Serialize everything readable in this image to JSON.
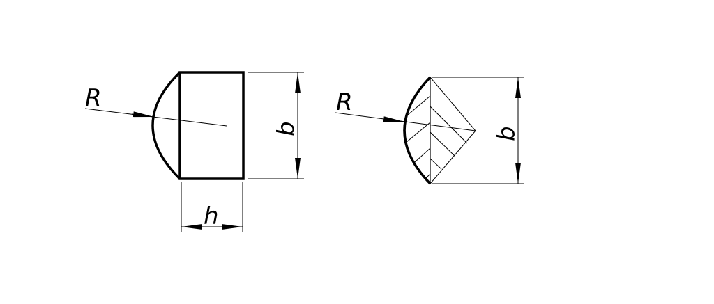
{
  "colors": {
    "ink": "#000000",
    "background": "#ffffff"
  },
  "left_figure": {
    "radius_label": "R",
    "width_label": "b",
    "height_label": "h"
  },
  "right_figure": {
    "radius_label": "R",
    "width_label": "b"
  }
}
